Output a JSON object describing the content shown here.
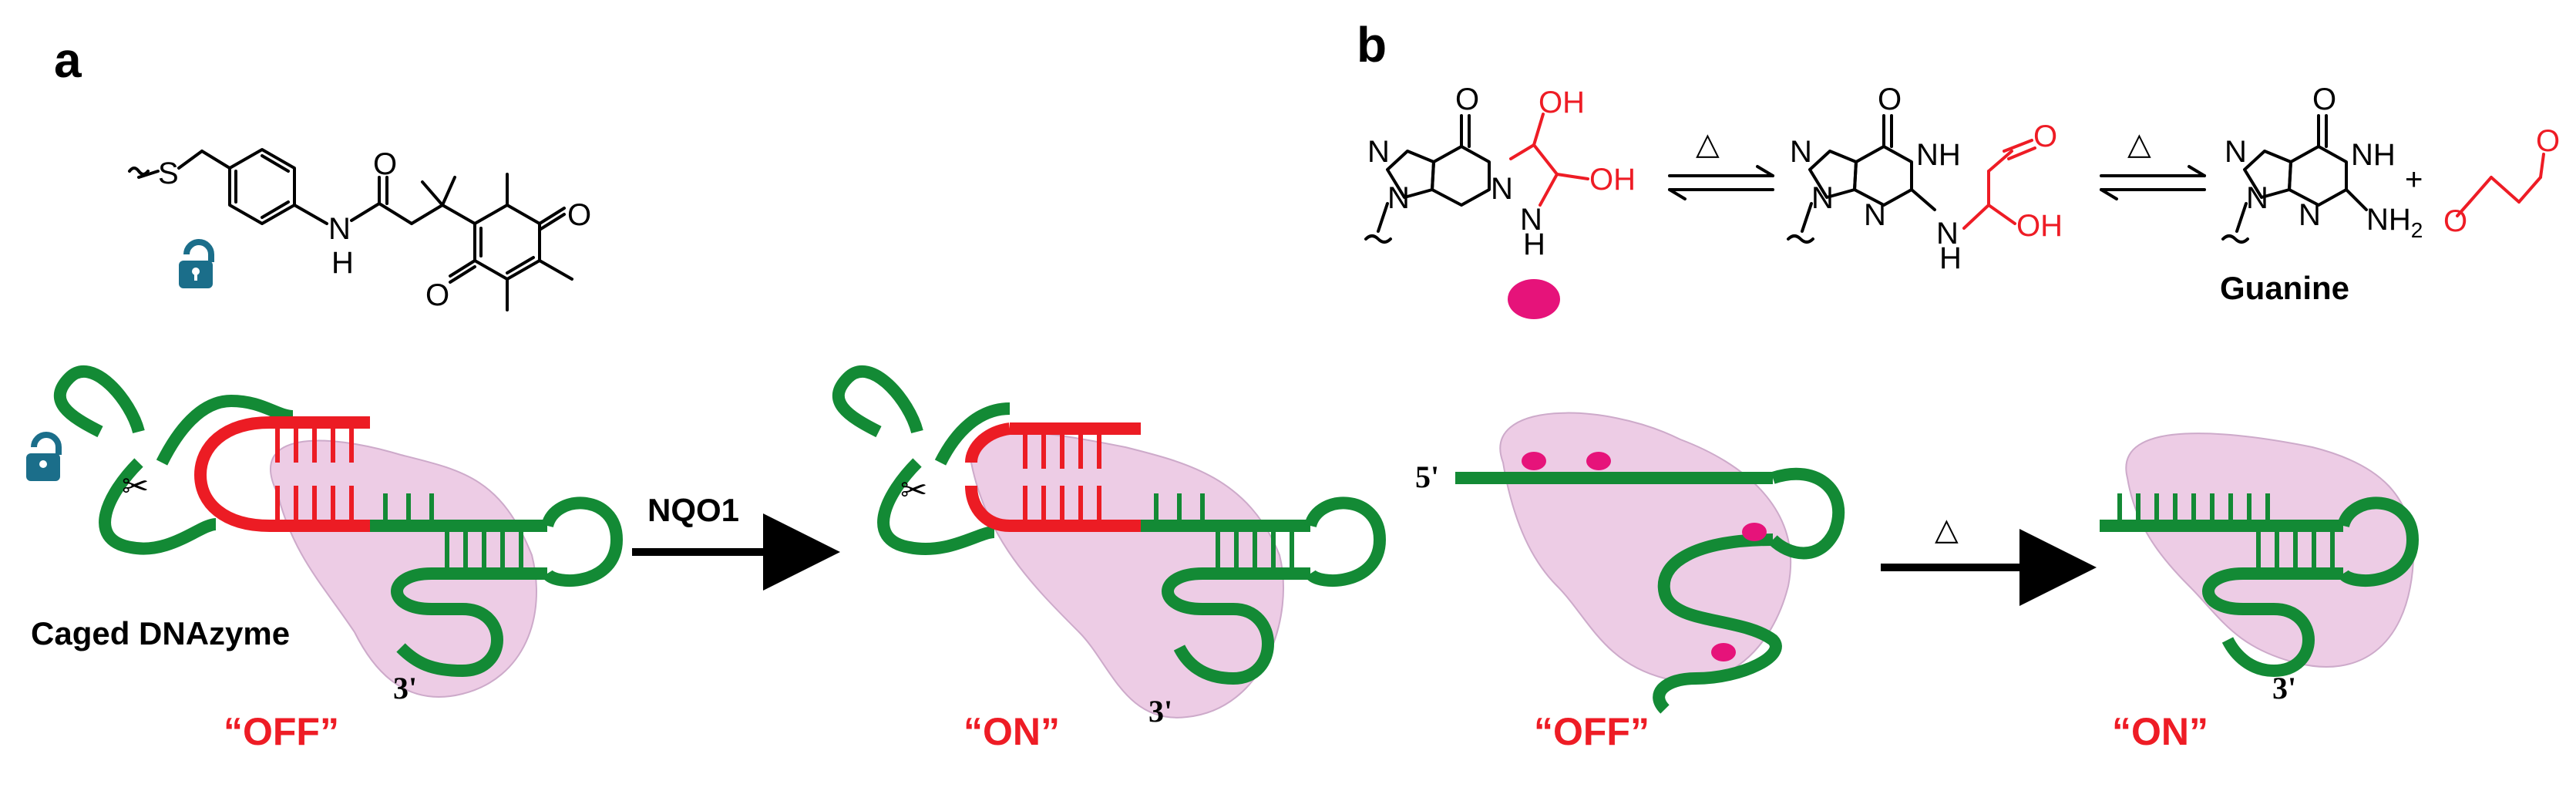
{
  "panels": {
    "a": "a",
    "b": "b"
  },
  "structure_a": {
    "atoms": {
      "s": "S",
      "nh_n": "N",
      "nh_h": "H",
      "o_amide": "O",
      "o_quinone_top": "O",
      "o_quinone_bottom": "O"
    }
  },
  "structure_b": {
    "heat_symbol": "△",
    "plus": "+",
    "guanine_label": "Guanine",
    "atoms": {
      "o": "O",
      "oh": "OH",
      "n": "N",
      "nh": "NH",
      "h": "H",
      "nh2": "NH",
      "sub2": "2"
    }
  },
  "diagram_a": {
    "caged_label": "Caged DNAzyme",
    "enzyme_label": "NQO1",
    "off_label": "“OFF”",
    "on_label": "“ON”",
    "three_prime": "3'"
  },
  "diagram_b": {
    "five_prime": "5'",
    "three_prime": "3'",
    "off_label": "“OFF”",
    "on_label": "“ON”",
    "heat_symbol": "△"
  },
  "colors": {
    "dna_green": "#138a35",
    "cage_red": "#ec1c24",
    "protein_pink": "#ecc8e3",
    "adduct_magenta": "#e6137a",
    "lock_teal": "#1b6e8a"
  }
}
